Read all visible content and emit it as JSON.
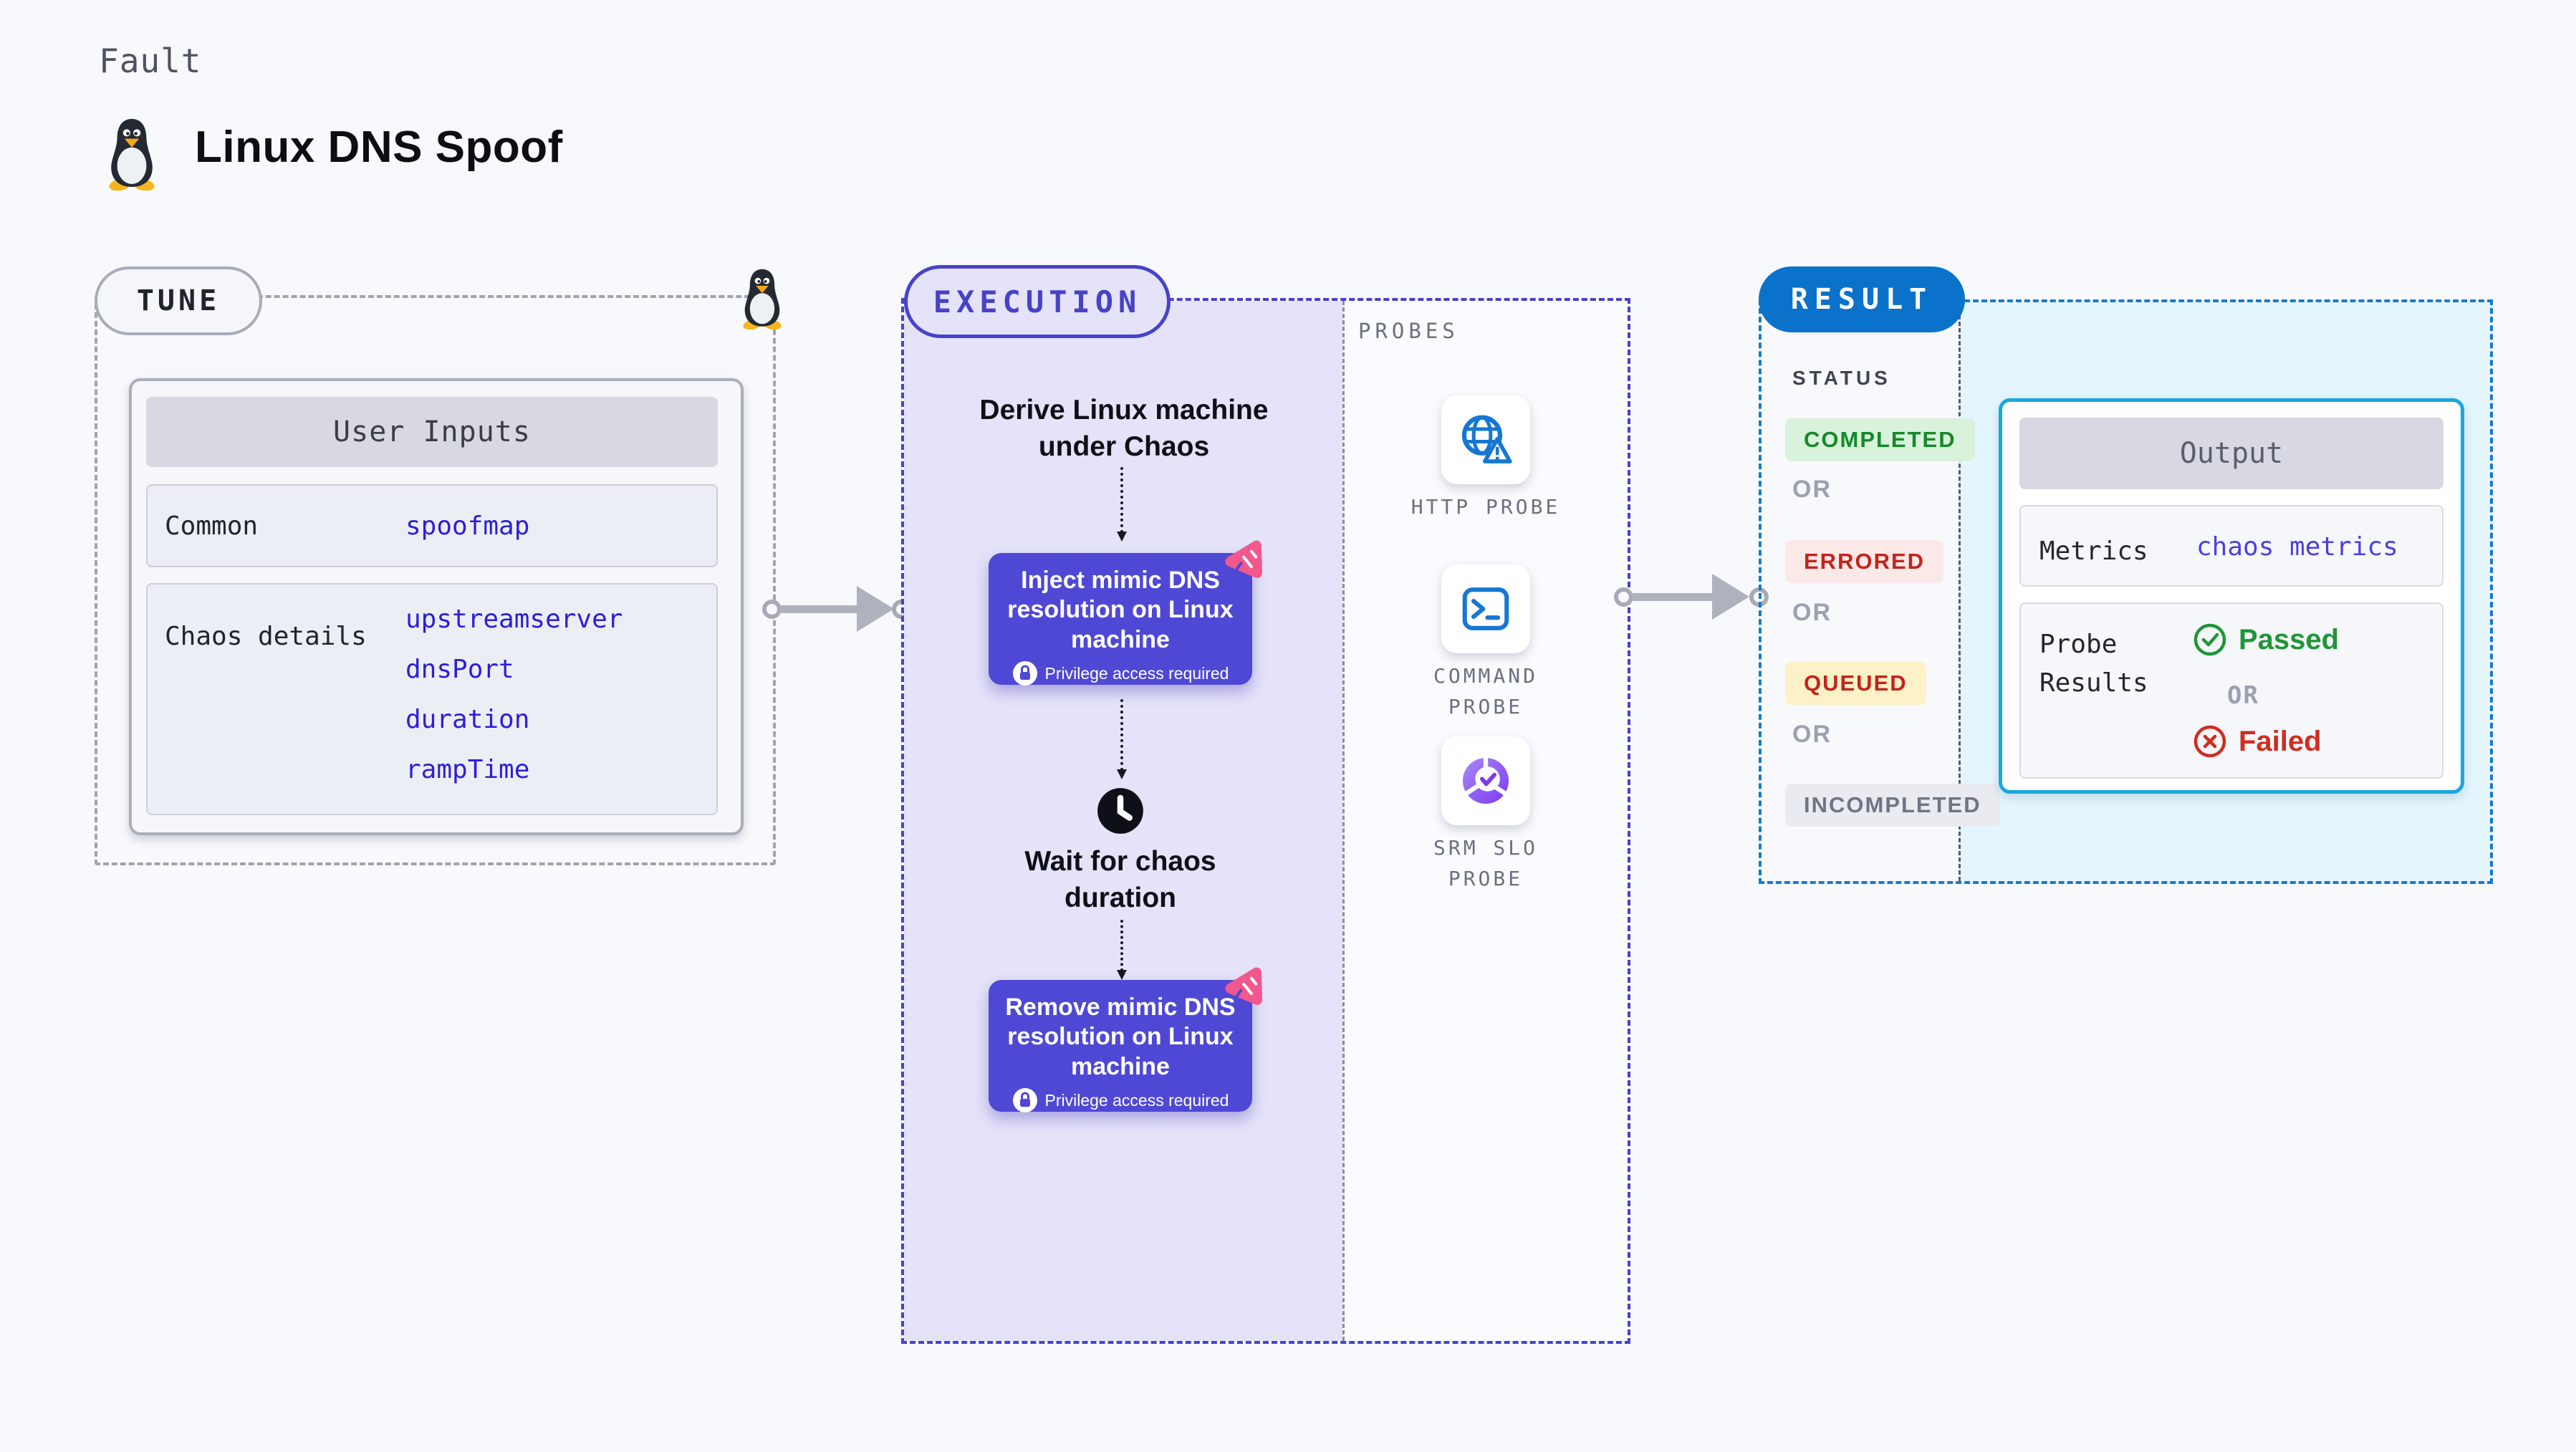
{
  "page": {
    "kicker": "Fault",
    "title": "Linux DNS Spoof"
  },
  "colors": {
    "accent_indigo": "#4F48D5",
    "accent_blue": "#0B72CC",
    "accent_cyan": "#19A7DE",
    "link_blue": "#2B1FD8",
    "pink_logo": "#F2588C",
    "green": "#1F9637",
    "red": "#D02C20"
  },
  "tune": {
    "pill": "TUNE",
    "card_header": "User Inputs",
    "rows": [
      {
        "label": "Common",
        "values": [
          "spoofmap"
        ]
      },
      {
        "label": "Chaos details",
        "values": [
          "upstreamserver",
          "dnsPort",
          "duration",
          "rampTime"
        ]
      }
    ]
  },
  "execution": {
    "pill": "EXECUTION",
    "derive_text": "Derive Linux machine\nunder Chaos",
    "inject_card": {
      "title": "Inject mimic DNS\nresolution on Linux\nmachine",
      "note": "Privilege access required"
    },
    "wait_text": "Wait for chaos\nduration",
    "remove_card": {
      "title": "Remove mimic DNS\nresolution on Linux\nmachine",
      "note": "Privilege access required"
    },
    "probes": {
      "label": "PROBES",
      "items": [
        {
          "label": "HTTP PROBE",
          "icon": "globe-alert-icon"
        },
        {
          "label": "COMMAND\nPROBE",
          "icon": "terminal-icon"
        },
        {
          "label": "SRM SLO\nPROBE",
          "icon": "slo-donut-check-icon"
        }
      ]
    }
  },
  "result": {
    "pill": "RESULT",
    "status_label": "STATUS",
    "or_label": "OR",
    "badges": [
      {
        "label": "COMPLETED",
        "text_color": "#148A2A",
        "bg": "#D9F2DC"
      },
      {
        "label": "ERRORED",
        "text_color": "#C2231D",
        "bg": "#FBE9E8"
      },
      {
        "label": "QUEUED",
        "text_color": "#C2231D",
        "bg": "#FCF1C7"
      },
      {
        "label": "INCOMPLETED",
        "text_color": "#6E7584",
        "bg": "#E9EBF1"
      }
    ],
    "output": {
      "header": "Output",
      "metrics_label": "Metrics",
      "metrics_value": "chaos metrics",
      "probe_results_label": "Probe\nResults",
      "passed": "Passed",
      "or": "OR",
      "failed": "Failed"
    }
  },
  "icons": [
    "tux-penguin-icon",
    "chaos-logo-icon",
    "lock-icon",
    "clock-icon",
    "globe-alert-icon",
    "terminal-icon",
    "slo-donut-check-icon",
    "check-circle-icon",
    "x-circle-icon",
    "flow-arrow"
  ]
}
